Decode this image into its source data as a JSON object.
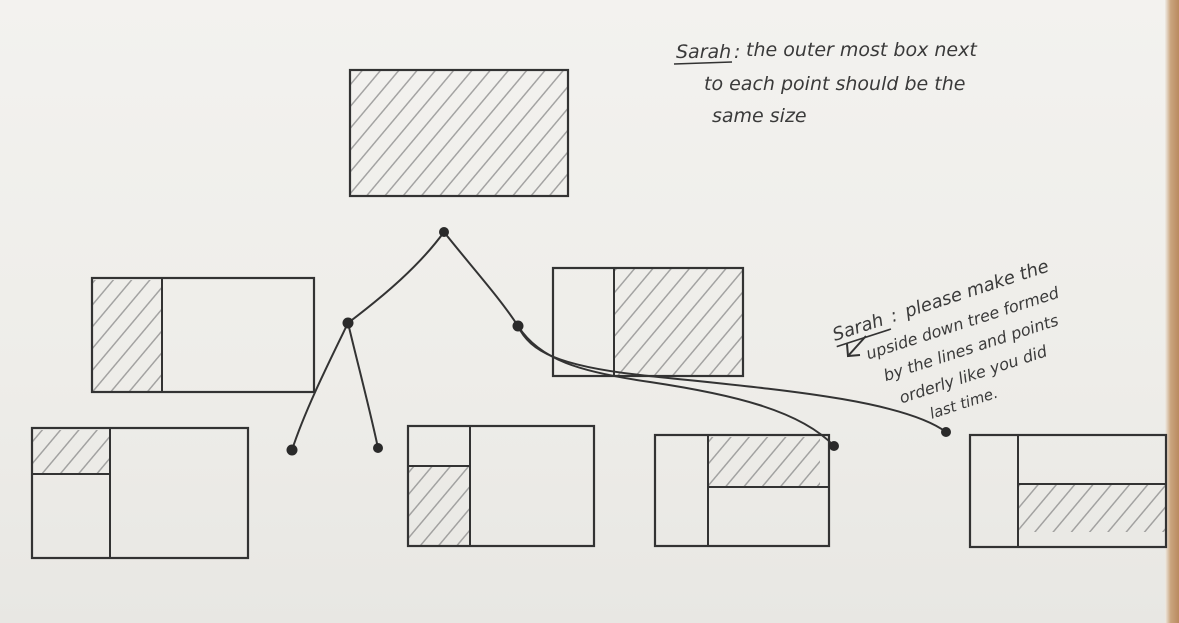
{
  "colors": {
    "ink": "#2e2e2e",
    "pencil": "#3a3a3a",
    "hatch": "#8a8a8a",
    "paper": "#f0efeb"
  },
  "notes": [
    {
      "author": "Sarah",
      "lines": [
        "the outer most box next",
        "to each point should be the",
        "same size"
      ]
    },
    {
      "author": "Sarah",
      "lines": [
        "please make the",
        "upside down tree formed",
        "by the lines and points",
        "orderly like you did",
        "last time."
      ]
    }
  ],
  "arrow_icon": "arrow-down-left-icon"
}
